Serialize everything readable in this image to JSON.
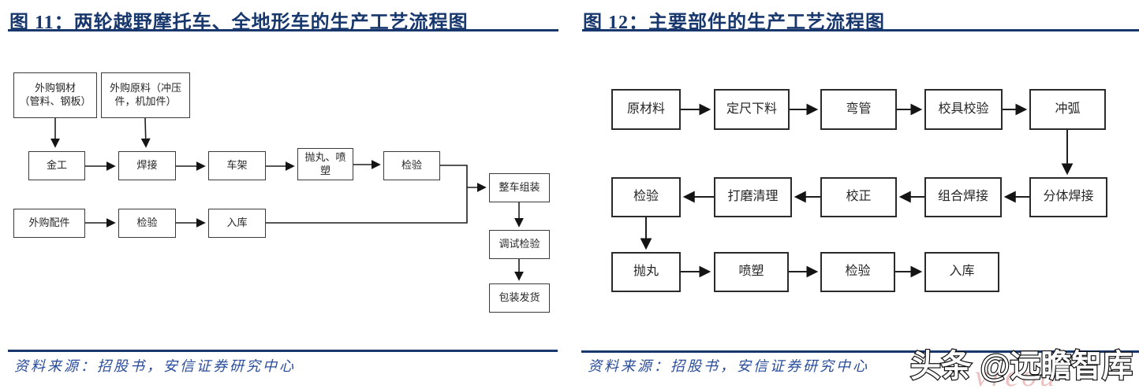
{
  "fig11": {
    "title": "图 11：两轮越野摩托车、全地形车的生产工艺流程图",
    "source": "资料来源：招股书，安信证券研究中心",
    "nodes": [
      {
        "label": "外购钢材\n（管料、钢板）"
      },
      {
        "label": "外购原料（冲压\n件，机加件）"
      },
      {
        "label": "金工"
      },
      {
        "label": "焊接"
      },
      {
        "label": "车架"
      },
      {
        "label": "抛丸、喷\n塑"
      },
      {
        "label": "检验"
      },
      {
        "label": "外购配件"
      },
      {
        "label": "检验"
      },
      {
        "label": "入库"
      },
      {
        "label": "整车组装"
      },
      {
        "label": "调试检验"
      },
      {
        "label": "包装发货"
      }
    ]
  },
  "fig12": {
    "title": "图 12：主要部件的生产工艺流程图",
    "source": "资料来源：招股书，安信证券研究中心",
    "nodes": [
      {
        "label": "原材料"
      },
      {
        "label": "定尺下料"
      },
      {
        "label": "弯管"
      },
      {
        "label": "校具校验"
      },
      {
        "label": "冲弧"
      },
      {
        "label": "检验"
      },
      {
        "label": "打磨清理"
      },
      {
        "label": "校正"
      },
      {
        "label": "组合焊接"
      },
      {
        "label": "分体焊接"
      },
      {
        "label": "抛丸"
      },
      {
        "label": "喷塑"
      },
      {
        "label": "检验"
      },
      {
        "label": "入库"
      }
    ]
  },
  "watermark": {
    "text": "头条 @远瞻智库",
    "fragment": "vreou"
  },
  "colors": {
    "navy": "#17376d",
    "source_blue": "#2b4d9b",
    "box_border": "#2f2f2f",
    "box_text": "#262626"
  }
}
